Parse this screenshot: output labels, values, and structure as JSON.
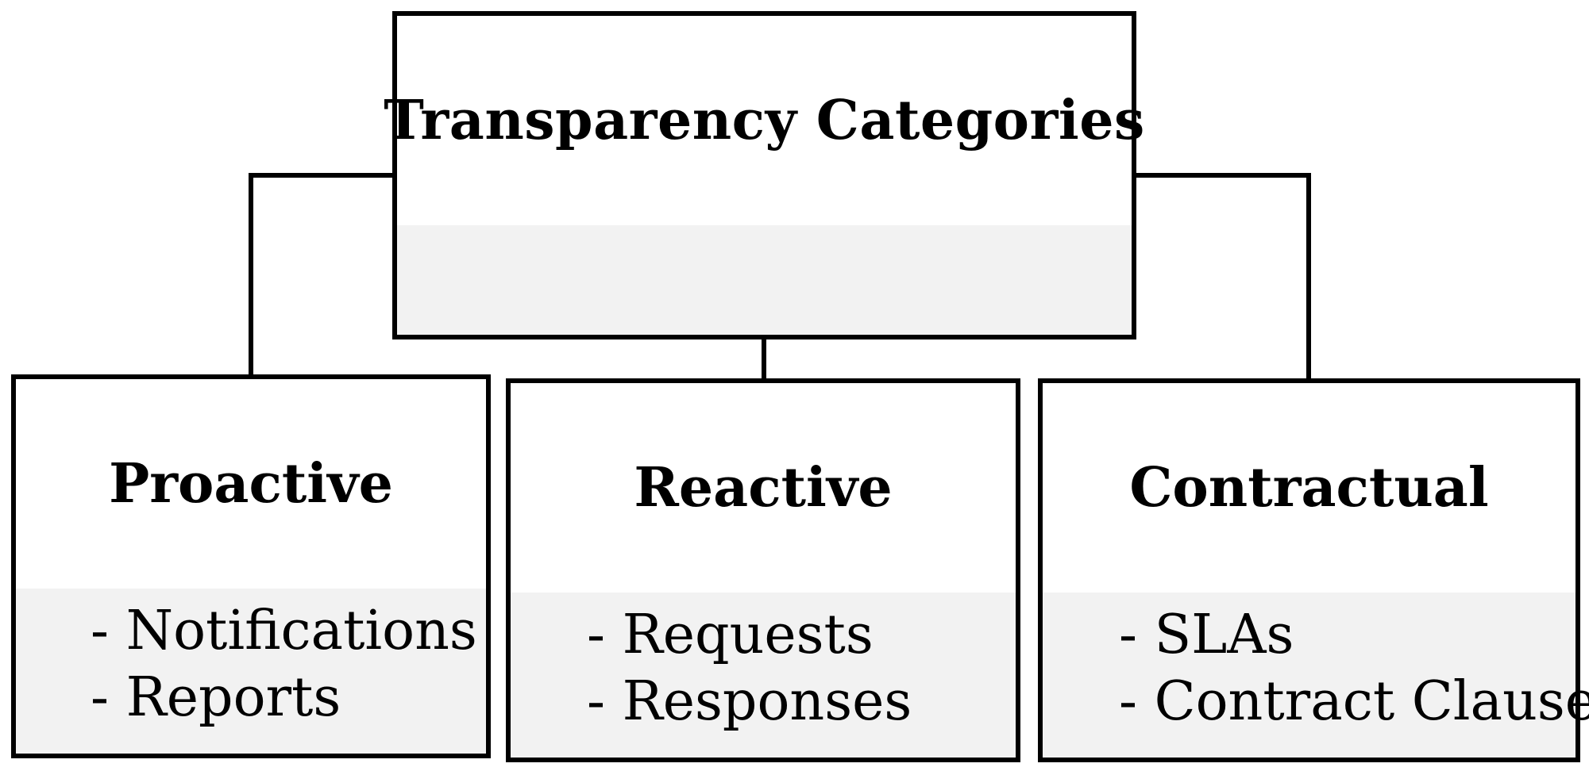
{
  "root": {
    "title": "Transparency Categories"
  },
  "categories": [
    {
      "title": "Proactive",
      "items": [
        "- Notifications",
        "- Reports"
      ]
    },
    {
      "title": "Reactive",
      "items": [
        "- Requests",
        "- Responses"
      ]
    },
    {
      "title": "Contractual",
      "items": [
        "- SLAs",
        "- Contract Clauses"
      ]
    }
  ],
  "colors": {
    "border": "#000000",
    "header_fill": "#ffffff",
    "body_fill": "#f2f2f2"
  }
}
